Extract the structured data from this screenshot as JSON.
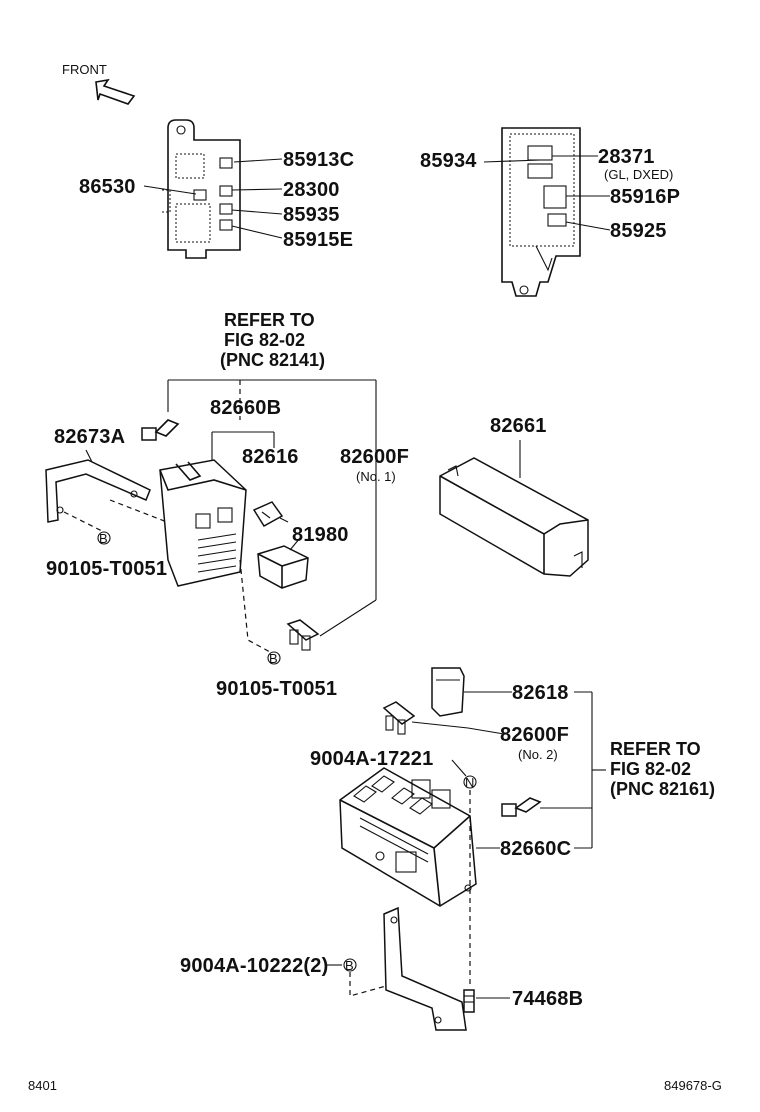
{
  "front_label": "FRONT",
  "top_left": {
    "p86530": "86530",
    "p85913c": "85913C",
    "p28300": "28300",
    "p85935": "85935",
    "p85915e": "85915E"
  },
  "top_right": {
    "p85934": "85934",
    "p28371": "28371",
    "p28371_note": "(GL, DXED)",
    "p85916p": "85916P",
    "p85925": "85925"
  },
  "refer_1": {
    "line1": "REFER TO",
    "line2": "FIG 82-02",
    "line3": "(PNC 82141)"
  },
  "middle": {
    "p82660b": "82660B",
    "p82673a": "82673A",
    "p82616": "82616",
    "p82600f": "82600F",
    "p82600f_note": "(No. 1)",
    "p81980": "81980",
    "p90105_a": "90105-T0051",
    "p90105_b": "90105-T0051",
    "p82661": "82661",
    "mark_b": "B"
  },
  "lower": {
    "p82618": "82618",
    "p82600f": "82600F",
    "p82600f_note": "(No. 2)",
    "p9004a_17221": "9004A-17221",
    "p82660c": "82660C",
    "p9004a_10222": "9004A-10222(2)",
    "p74468b": "74468B",
    "mark_n": "N",
    "mark_b": "B"
  },
  "refer_2": {
    "line1": "REFER TO",
    "line2": "FIG 82-02",
    "line3": "(PNC 82161)"
  },
  "footer": {
    "left": "8401",
    "right": "849678-G"
  }
}
